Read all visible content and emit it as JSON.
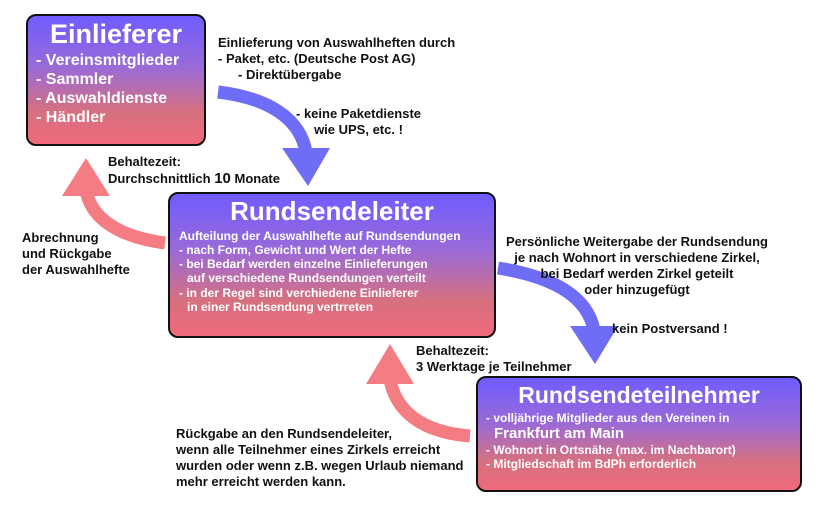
{
  "boxes": {
    "einlieferer": {
      "title": "Einlieferer",
      "lines": [
        "- Vereinsmitglieder",
        "- Sammler",
        "- Auswahldienste",
        "- Händler"
      ]
    },
    "rundsendeleiter": {
      "title": "Rundsendeleiter",
      "lines": [
        "Aufteilung der Auswahlhefte auf Rundsendungen",
        "- nach Form, Gewicht und Wert der Hefte",
        "- bei Bedarf werden einzelne Einlieferungen",
        "auf verschiedene Rundsendungen  verteilt",
        "- in der Regel sind verchiedene Einlieferer",
        "in einer Rundsendung vertrreten"
      ]
    },
    "teilnehmer": {
      "title": "Rundsendeteilnehmer",
      "lines": [
        "- volljährige Mitglieder aus den Vereinen in",
        "Frankfurt am Main",
        "- Wohnort in Ortsnähe (max. im Nachbarort)",
        "- Mitgliedschaft im BdPh erforderlich"
      ]
    }
  },
  "notes": {
    "einlieferung": [
      "Einlieferung von Auswahlheften durch",
      "- Paket, etc. (Deutsche Post AG)",
      "- Direktübergabe"
    ],
    "keine_paketdienste": [
      "- keine Paketdienste",
      "wie UPS, etc. !"
    ],
    "behaltezeit_1": {
      "label": "Behaltezeit:",
      "prefix": "Durchschnittlich ",
      "value": "10",
      "suffix": " Monate"
    },
    "abrechnung": [
      "Abrechnung",
      "und Rückgabe",
      "der Auswahlhefte"
    ],
    "weitergabe": [
      "Persönliche Weitergabe der Rundsendung",
      "je nach Wohnort in verschiedene Zirkel,",
      "bei Bedarf werden Zirkel geteilt",
      "oder hinzugefügt"
    ],
    "kein_postversand": "kein Postversand !",
    "behaltezeit_2": [
      "Behaltezeit:",
      "3 Werktage je Teilnehmer"
    ],
    "rueckgabe": [
      "Rückgabe an den Rundsendeleiter,",
      "wenn alle Teilnehmer eines Zirkels erreicht",
      "wurden oder wenn z.B. wegen Urlaub niemand",
      "mehr erreicht werden kann."
    ]
  },
  "colors": {
    "forward_arrow": "#6f6cf5",
    "return_arrow": "#f47d84",
    "box_top": "#6f5cff",
    "box_bottom": "#f06a7c"
  }
}
